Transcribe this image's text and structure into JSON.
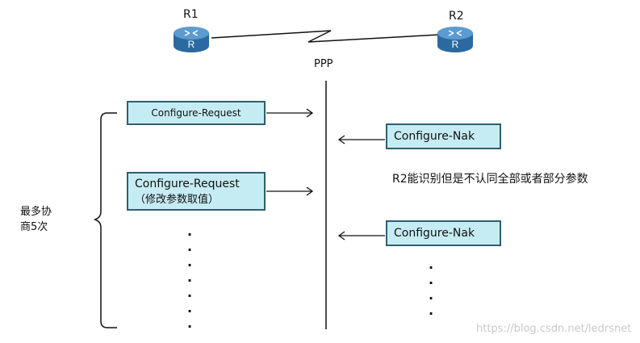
{
  "routers": [
    {
      "name": "R1",
      "icon": "router-icon"
    },
    {
      "name": "R2",
      "icon": "router-icon"
    }
  ],
  "link_label": "PPP",
  "left_side": {
    "bracket_label_line1": "最多协",
    "bracket_label_line2": "商5次",
    "messages": [
      {
        "line1": "Configure-Request"
      },
      {
        "line1": "Configure-Request",
        "line2": "（修改参数取值）"
      }
    ]
  },
  "right_side": {
    "messages": [
      {
        "line1": "Configure-Nak"
      },
      {
        "line1": "Configure-Nak"
      }
    ],
    "note": "R2能识别但是不认同全部或者部分参数"
  },
  "watermark": "https://blog.csdn.net/ledrsnet",
  "colors": {
    "box_fill": "#c6ecf3",
    "box_border": "#2f5f6f",
    "router": "#3d7fb5"
  }
}
